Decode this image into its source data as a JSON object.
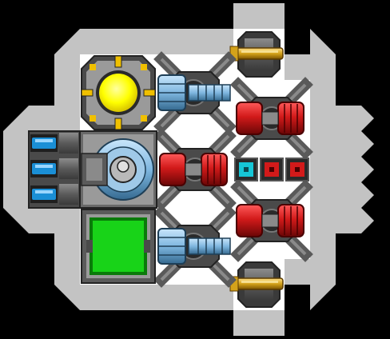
{
  "scene": {
    "type": "ship-layout-editor",
    "background_color": "#000000",
    "hull_color": "#c3c3c3",
    "floor_color": "#ffffff"
  },
  "palette": {
    "metal_dark": "#3b3b3b",
    "metal_mid": "#6e6e6e",
    "metal_light": "#a7a7a7",
    "red": "#d21a1a",
    "red_dark": "#7a0a0a",
    "blue": "#7fb7e0",
    "blue_dark": "#356a90",
    "green": "#18d318",
    "yellow": "#ffff00",
    "gold": "#d4a21a",
    "cyan": "#16c6d6"
  },
  "modules": [
    {
      "name": "reactor-core",
      "icon": "reactor-core-icon",
      "color": "#ffff00"
    },
    {
      "name": "ion-cannon-top",
      "icon": "ion-cannon-icon",
      "color": "#7fb7e0"
    },
    {
      "name": "ion-cannon-bottom",
      "icon": "ion-cannon-icon",
      "color": "#7fb7e0"
    },
    {
      "name": "laser-turret-center",
      "icon": "laser-turret-icon",
      "color": "#d21a1a"
    },
    {
      "name": "laser-turret-upper-right",
      "icon": "laser-turret-icon",
      "color": "#d21a1a"
    },
    {
      "name": "laser-turret-lower-right",
      "icon": "laser-turret-icon",
      "color": "#d21a1a"
    },
    {
      "name": "engine-bank",
      "icon": "engine-icon",
      "color": "#1a8fd6"
    },
    {
      "name": "shield-generator",
      "icon": "shield-generator-icon",
      "color": "#7fb7e0"
    },
    {
      "name": "cargo-bay",
      "icon": "cargo-bay-icon",
      "color": "#18d318"
    },
    {
      "name": "missile-launcher-top",
      "icon": "missile-launcher-icon",
      "color": "#d4a21a"
    },
    {
      "name": "missile-launcher-bottom",
      "icon": "missile-launcher-icon",
      "color": "#d4a21a"
    },
    {
      "name": "small-slots",
      "icon": "small-slot-icon",
      "color": "#16c6d6"
    }
  ]
}
